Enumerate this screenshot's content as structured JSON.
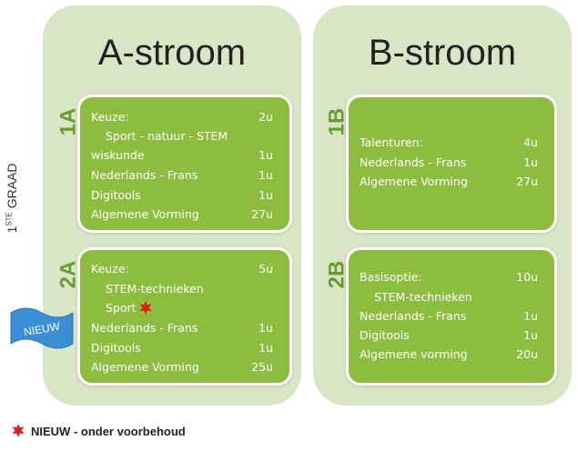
{
  "graad": {
    "number": "1",
    "suffix": "STE",
    "label": "GRAAD"
  },
  "streams": {
    "a": {
      "title": "A-stroom",
      "years": [
        {
          "code": "1A",
          "rows": [
            {
              "text": "Keuze:",
              "hours": "2u"
            },
            {
              "text": "Sport - natuur - STEM",
              "hours": ""
            },
            {
              "text": "wiskunde",
              "hours": "1u"
            },
            {
              "text": "Nederlands - Frans",
              "hours": "1u"
            },
            {
              "text": "Digitools",
              "hours": "1u"
            },
            {
              "text": "Algemene Vorming",
              "hours": "27u"
            }
          ]
        },
        {
          "code": "2A",
          "rows": [
            {
              "text": "Keuze:",
              "hours": "5u"
            },
            {
              "text": "STEM-technieken",
              "hours": ""
            },
            {
              "text": "Sport",
              "hours": ""
            },
            {
              "text": "Nederlands - Frans",
              "hours": "1u"
            },
            {
              "text": "Digitools",
              "hours": "1u"
            },
            {
              "text": "Algemene Vorming",
              "hours": "25u"
            }
          ]
        }
      ]
    },
    "b": {
      "title": "B-stroom",
      "years": [
        {
          "code": "1B",
          "rows": [
            {
              "text": "Talenturen:",
              "hours": "4u"
            },
            {
              "text": "Nederlands - Frans",
              "hours": "1u"
            },
            {
              "text": "Algemene Vorming",
              "hours": "27u"
            }
          ]
        },
        {
          "code": "2B",
          "rows": [
            {
              "text": "Basisoptie:",
              "hours": "10u"
            },
            {
              "text": "STEM-technieken",
              "hours": ""
            },
            {
              "text": "Nederlands - Frans",
              "hours": "1u"
            },
            {
              "text": "Digitools",
              "hours": "1u"
            },
            {
              "text": "Algemene vorming",
              "hours": "20u"
            }
          ]
        }
      ]
    }
  },
  "badge": {
    "label": "NIEUW"
  },
  "legend": {
    "text": "NIEUW - onder voorbehoud"
  },
  "colors": {
    "card": "#8cbd3f",
    "panel": "#d8e6c6",
    "badge": "#3a8fd6",
    "star": "#e01b1b"
  }
}
